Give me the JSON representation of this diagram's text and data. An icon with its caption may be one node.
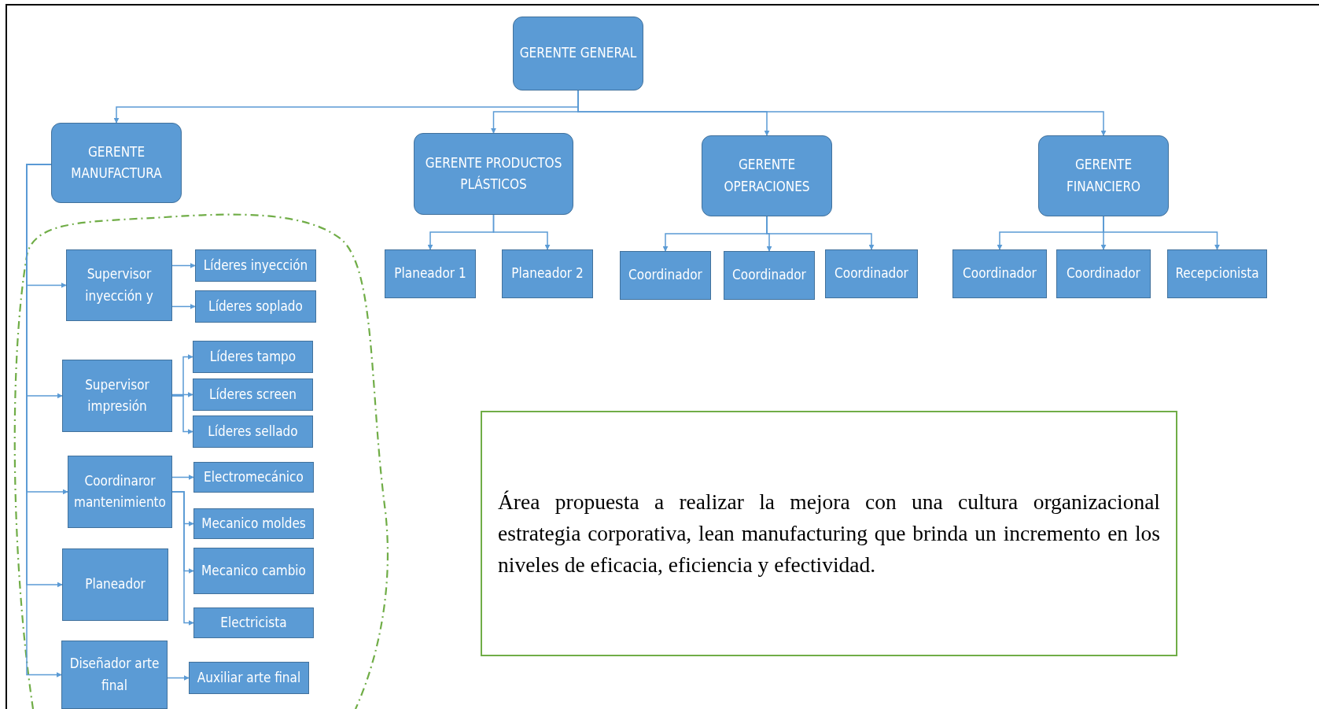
{
  "diagram": {
    "nodes": [
      {
        "text": [
          "GERENTE GENERAL"
        ]
      },
      {
        "text": [
          "GERENTE MANUFACTURA"
        ]
      },
      {
        "text": [
          "GERENTE PRODUCTOS PLÁSTICOS"
        ]
      },
      {
        "text": [
          "GERENTE OPERACIONES"
        ]
      },
      {
        "text": [
          "GERENTE FINANCIERO"
        ]
      },
      {
        "text": [
          "Planeador 1"
        ]
      },
      {
        "text": [
          "Planeador 2"
        ]
      },
      {
        "text": [
          "Coordinador"
        ]
      },
      {
        "text": [
          "Coordinador"
        ]
      },
      {
        "text": [
          "Coordinador"
        ]
      },
      {
        "text": [
          "Coordinador"
        ]
      },
      {
        "text": [
          "Coordinador"
        ]
      },
      {
        "text": [
          "Recepcionista"
        ]
      },
      {
        "text": [
          "Supervisor inyección y"
        ]
      },
      {
        "text": [
          "Líderes inyección"
        ]
      },
      {
        "text": [
          "Líderes soplado"
        ]
      },
      {
        "text": [
          "Supervisor impresión"
        ]
      },
      {
        "text": [
          "Líderes tampo"
        ]
      },
      {
        "text": [
          "Líderes screen"
        ]
      },
      {
        "text": [
          "Líderes sellado"
        ]
      },
      {
        "text": [
          "Coordinaror mantenimiento"
        ]
      },
      {
        "text": [
          "Electromecánico"
        ]
      },
      {
        "text": [
          "Mecanico moldes"
        ]
      },
      {
        "text": [
          "Mecanico cambio"
        ]
      },
      {
        "text": [
          "Electricista"
        ]
      },
      {
        "text": [
          "Planeador"
        ]
      },
      {
        "text": [
          "Diseñador arte final"
        ]
      },
      {
        "text": [
          "Auxiliar arte final"
        ]
      },
      {
        "text": [
          "Área propuesta a realizar la mejora con una cultura organizacional estrategia corporativa, lean manufacturing que brinda un incremento en los niveles de eficacia, eficiencia y efectividad."
        ]
      }
    ],
    "edges": [
      {
        "from": 0,
        "to": 1,
        "arrow": "to"
      },
      {
        "from": 0,
        "to": 2,
        "arrow": "to"
      },
      {
        "from": 0,
        "to": 3,
        "arrow": "to"
      },
      {
        "from": 0,
        "to": 4,
        "arrow": "to"
      },
      {
        "from": 2,
        "to": 5,
        "arrow": "to"
      },
      {
        "from": 2,
        "to": 6,
        "arrow": "to"
      },
      {
        "from": 3,
        "to": 7,
        "arrow": "to"
      },
      {
        "from": 3,
        "to": 8,
        "arrow": "to"
      },
      {
        "from": 3,
        "to": 9,
        "arrow": "to"
      },
      {
        "from": 4,
        "to": 10,
        "arrow": "to"
      },
      {
        "from": 4,
        "to": 11,
        "arrow": "to"
      },
      {
        "from": 4,
        "to": 12,
        "arrow": "to"
      },
      {
        "from": 1,
        "to": 13,
        "arrow": "to"
      },
      {
        "from": 1,
        "to": 16,
        "arrow": "to"
      },
      {
        "from": 1,
        "to": 20,
        "arrow": "to"
      },
      {
        "from": 1,
        "to": 25,
        "arrow": "to"
      },
      {
        "from": 1,
        "to": 26,
        "arrow": "to"
      },
      {
        "from": 13,
        "to": 14,
        "arrow": "to"
      },
      {
        "from": 13,
        "to": 15,
        "arrow": "to"
      },
      {
        "from": 16,
        "to": 17,
        "arrow": "to"
      },
      {
        "from": 16,
        "to": 18,
        "arrow": "to"
      },
      {
        "from": 16,
        "to": 19,
        "arrow": "to"
      },
      {
        "from": 20,
        "to": 21,
        "arrow": "to"
      },
      {
        "from": 20,
        "to": 22,
        "arrow": "to"
      },
      {
        "from": 20,
        "to": 23,
        "arrow": "to"
      },
      {
        "from": 20,
        "to": 24,
        "arrow": "to"
      },
      {
        "from": 26,
        "to": 27,
        "arrow": "to"
      }
    ]
  }
}
